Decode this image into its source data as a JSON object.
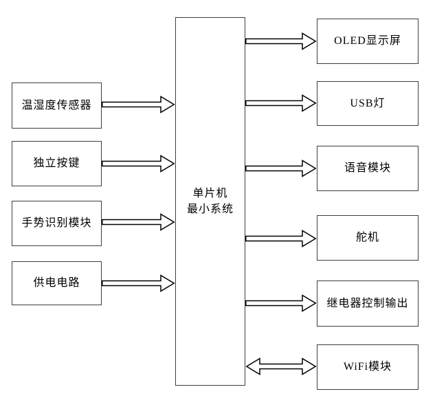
{
  "diagram": {
    "background_color": "#ffffff",
    "box_border_color": "#3c3c3c",
    "arrow_outline_color": "#000000",
    "arrow_fill_color": "#ffffff",
    "center_node": {
      "lines": [
        "单片机",
        "最小系统"
      ]
    },
    "left_nodes": [
      {
        "label": "温湿度传感器"
      },
      {
        "label": "独立按键"
      },
      {
        "label": "手势识别模块"
      },
      {
        "label": "供电电路"
      }
    ],
    "right_nodes": [
      {
        "label": "OLED显示屏"
      },
      {
        "label": "USB灯"
      },
      {
        "label": "语音模块"
      },
      {
        "label": "舵机"
      },
      {
        "label": "继电器控制输出"
      },
      {
        "label": "WiFi模块"
      }
    ],
    "connections": [
      {
        "from": "温湿度传感器",
        "to": "单片机最小系统",
        "direction": "one-way"
      },
      {
        "from": "独立按键",
        "to": "单片机最小系统",
        "direction": "one-way"
      },
      {
        "from": "手势识别模块",
        "to": "单片机最小系统",
        "direction": "one-way"
      },
      {
        "from": "供电电路",
        "to": "单片机最小系统",
        "direction": "one-way"
      },
      {
        "from": "单片机最小系统",
        "to": "OLED显示屏",
        "direction": "one-way"
      },
      {
        "from": "单片机最小系统",
        "to": "USB灯",
        "direction": "one-way"
      },
      {
        "from": "单片机最小系统",
        "to": "语音模块",
        "direction": "one-way"
      },
      {
        "from": "单片机最小系统",
        "to": "舵机",
        "direction": "one-way"
      },
      {
        "from": "单片机最小系统",
        "to": "继电器控制输出",
        "direction": "one-way"
      },
      {
        "from": "单片机最小系统",
        "to": "WiFi模块",
        "direction": "two-way"
      }
    ]
  }
}
